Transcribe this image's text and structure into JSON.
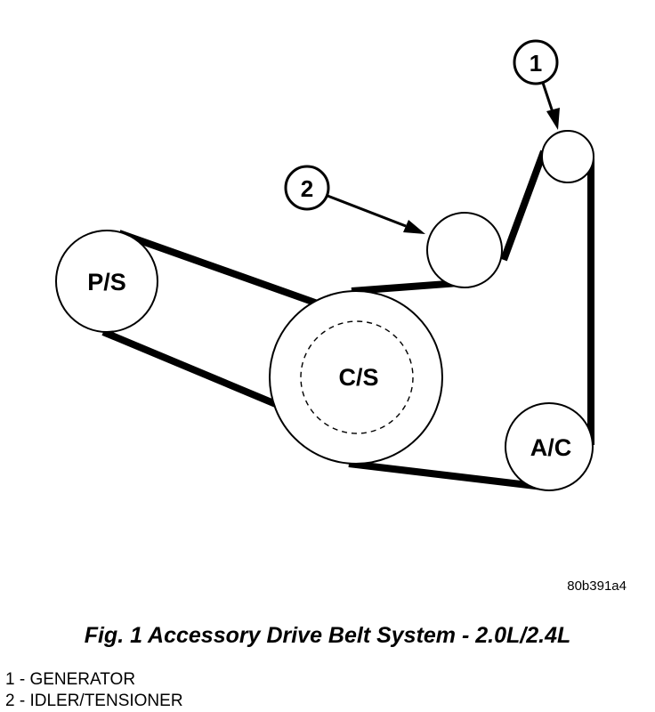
{
  "diagram": {
    "pulleys": {
      "ps": "P/S",
      "cs": "C/S",
      "ac": "A/C"
    },
    "callouts": {
      "one": "1",
      "two": "2"
    },
    "figure_code": "80b391a4"
  },
  "caption": "Fig. 1 Accessory Drive Belt System - 2.0L/2.4L",
  "legend": [
    {
      "text": "1 - GENERATOR"
    },
    {
      "text": "2 - IDLER/TENSIONER"
    }
  ]
}
